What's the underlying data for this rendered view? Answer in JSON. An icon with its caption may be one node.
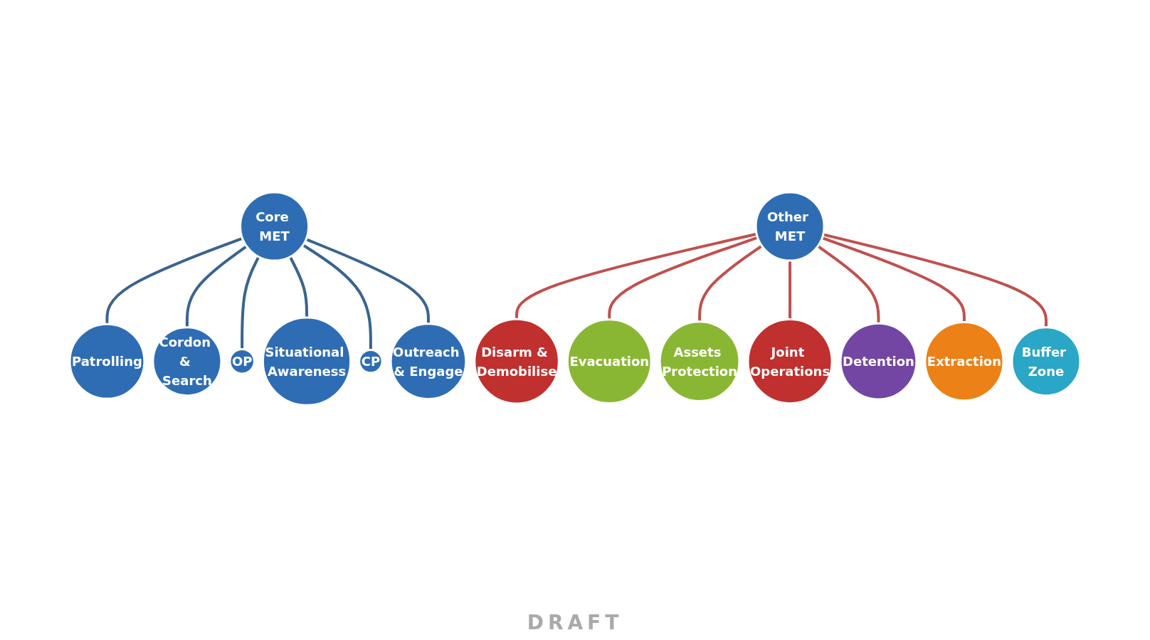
{
  "diagram": {
    "nodes": [
      {
        "text": [
          "Patrolling"
        ]
      },
      {
        "text": [
          "Cordon & Search"
        ]
      },
      {
        "text": [
          "OP"
        ]
      },
      {
        "text": [
          "Core MET"
        ]
      },
      {
        "text": [
          "Situational Awareness"
        ]
      },
      {
        "text": [
          "CP"
        ]
      },
      {
        "text": [
          "Outreach & Engage"
        ]
      },
      {
        "text": [
          "Disarm & Demobilise"
        ]
      },
      {
        "text": [
          "Evacuation"
        ]
      },
      {
        "text": [
          "Assets Protection"
        ]
      },
      {
        "text": [
          "Other MET"
        ]
      },
      {
        "text": [
          "Joint Operations"
        ]
      },
      {
        "text": [
          "Detention"
        ]
      },
      {
        "text": [
          "Extraction"
        ]
      },
      {
        "text": [
          "Buffer Zone"
        ]
      }
    ],
    "edges": [
      {
        "from": 3,
        "to": 0,
        "arrow": "none",
        "color": "#3a638f"
      },
      {
        "from": 3,
        "to": 1,
        "arrow": "none",
        "color": "#3a638f"
      },
      {
        "from": 3,
        "to": 2,
        "arrow": "none",
        "color": "#3a638f"
      },
      {
        "from": 3,
        "to": 4,
        "arrow": "none",
        "color": "#3a638f"
      },
      {
        "from": 3,
        "to": 5,
        "arrow": "none",
        "color": "#3a638f"
      },
      {
        "from": 3,
        "to": 6,
        "arrow": "none",
        "color": "#3a638f"
      },
      {
        "from": 10,
        "to": 7,
        "arrow": "none"
      },
      {
        "from": 10,
        "to": 8,
        "arrow": "none"
      },
      {
        "from": 10,
        "to": 9,
        "arrow": "none"
      },
      {
        "from": 10,
        "to": 11,
        "arrow": "none"
      },
      {
        "from": 10,
        "to": 12,
        "arrow": "none"
      },
      {
        "from": 10,
        "to": 13,
        "arrow": "none"
      },
      {
        "from": 10,
        "to": 14,
        "arrow": "none"
      }
    ],
    "labels": [
      "DRAFT"
    ]
  }
}
